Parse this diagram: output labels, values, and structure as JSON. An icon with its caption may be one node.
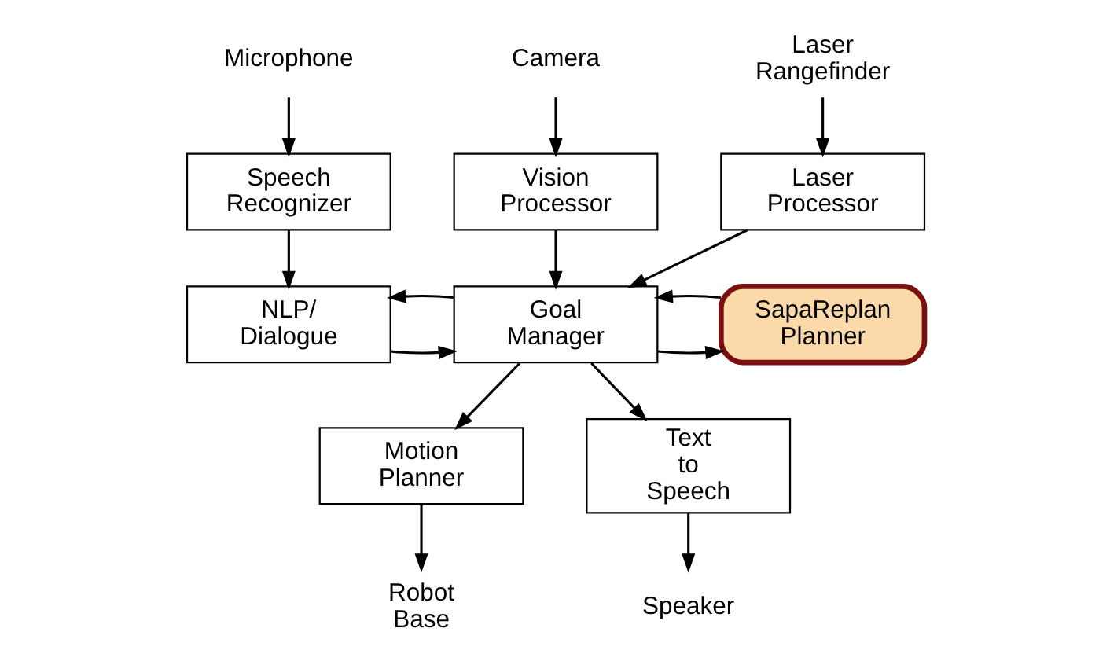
{
  "diagram": {
    "nodes": [
      {
        "text": [
          "Microphone"
        ]
      },
      {
        "text": [
          "Camera"
        ]
      },
      {
        "text": [
          "Laser Rangefinder"
        ]
      },
      {
        "text": [
          "Speech Recognizer"
        ]
      },
      {
        "text": [
          "Vision Processor"
        ]
      },
      {
        "text": [
          "Laser Processor"
        ]
      },
      {
        "text": [
          "NLP/ Dialogue"
        ]
      },
      {
        "text": [
          "Goal Manager"
        ]
      },
      {
        "text": [
          "SapaReplan Planner"
        ]
      },
      {
        "text": [
          "Motion Planner"
        ]
      },
      {
        "text": [
          "Text to Speech"
        ]
      },
      {
        "text": [
          "Robot Base"
        ]
      },
      {
        "text": [
          "Speaker"
        ]
      }
    ],
    "edges": [
      {
        "from": 0,
        "to": 3,
        "arrow": "to"
      },
      {
        "from": 1,
        "to": 4,
        "arrow": "to"
      },
      {
        "from": 2,
        "to": 5,
        "arrow": "to"
      },
      {
        "from": 3,
        "to": 6,
        "arrow": "to"
      },
      {
        "from": 4,
        "to": 7,
        "arrow": "to"
      },
      {
        "from": 5,
        "to": 7,
        "arrow": "to"
      },
      {
        "from": 6,
        "to": 7,
        "arrow": "to"
      },
      {
        "from": 7,
        "to": 6,
        "arrow": "to"
      },
      {
        "from": 7,
        "to": 8,
        "arrow": "to"
      },
      {
        "from": 8,
        "to": 7,
        "arrow": "to"
      },
      {
        "from": 7,
        "to": 9,
        "arrow": "to"
      },
      {
        "from": 7,
        "to": 10,
        "arrow": "to"
      },
      {
        "from": 9,
        "to": 11,
        "arrow": "to"
      },
      {
        "from": 10,
        "to": 12,
        "arrow": "to"
      }
    ]
  }
}
